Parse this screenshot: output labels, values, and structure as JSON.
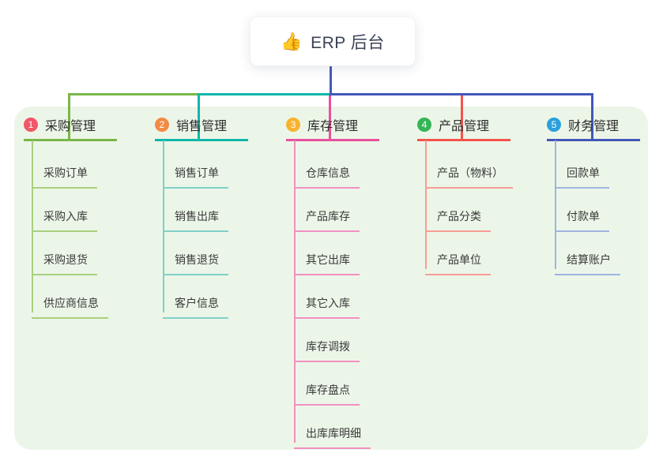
{
  "root": {
    "icon": "👍",
    "title": "ERP 后台",
    "stem_color": "#4659bb"
  },
  "panel_color": "#ecf6e8",
  "branches": [
    {
      "num": "1",
      "title": "采购管理",
      "badge_color": "#f25767",
      "line_color": "#7ab648",
      "item_line_color": "#a9d07e",
      "items": [
        "采购订单",
        "采购入库",
        "采购退货",
        "供应商信息"
      ]
    },
    {
      "num": "2",
      "title": "销售管理",
      "badge_color": "#f28b44",
      "line_color": "#0fb7a9",
      "item_line_color": "#7fd0c7",
      "items": [
        "销售订单",
        "销售出库",
        "销售退货",
        "客户信息"
      ]
    },
    {
      "num": "3",
      "title": "库存管理",
      "badge_color": "#f7b32f",
      "line_color": "#e8509d",
      "item_line_color": "#f290c0",
      "items": [
        "仓库信息",
        "产品库存",
        "其它出库",
        "其它入库",
        "库存调拨",
        "库存盘点",
        "出库库明细"
      ]
    },
    {
      "num": "4",
      "title": "产品管理",
      "badge_color": "#35b457",
      "line_color": "#f4544d",
      "item_line_color": "#f79c96",
      "items": [
        "产品（物料）",
        "产品分类",
        "产品单位"
      ]
    },
    {
      "num": "5",
      "title": "财务管理",
      "badge_color": "#2ba0dd",
      "line_color": "#4157b8",
      "item_line_color": "#9fb3e0",
      "items": [
        "回款单",
        "付款单",
        "结算账户"
      ]
    }
  ]
}
